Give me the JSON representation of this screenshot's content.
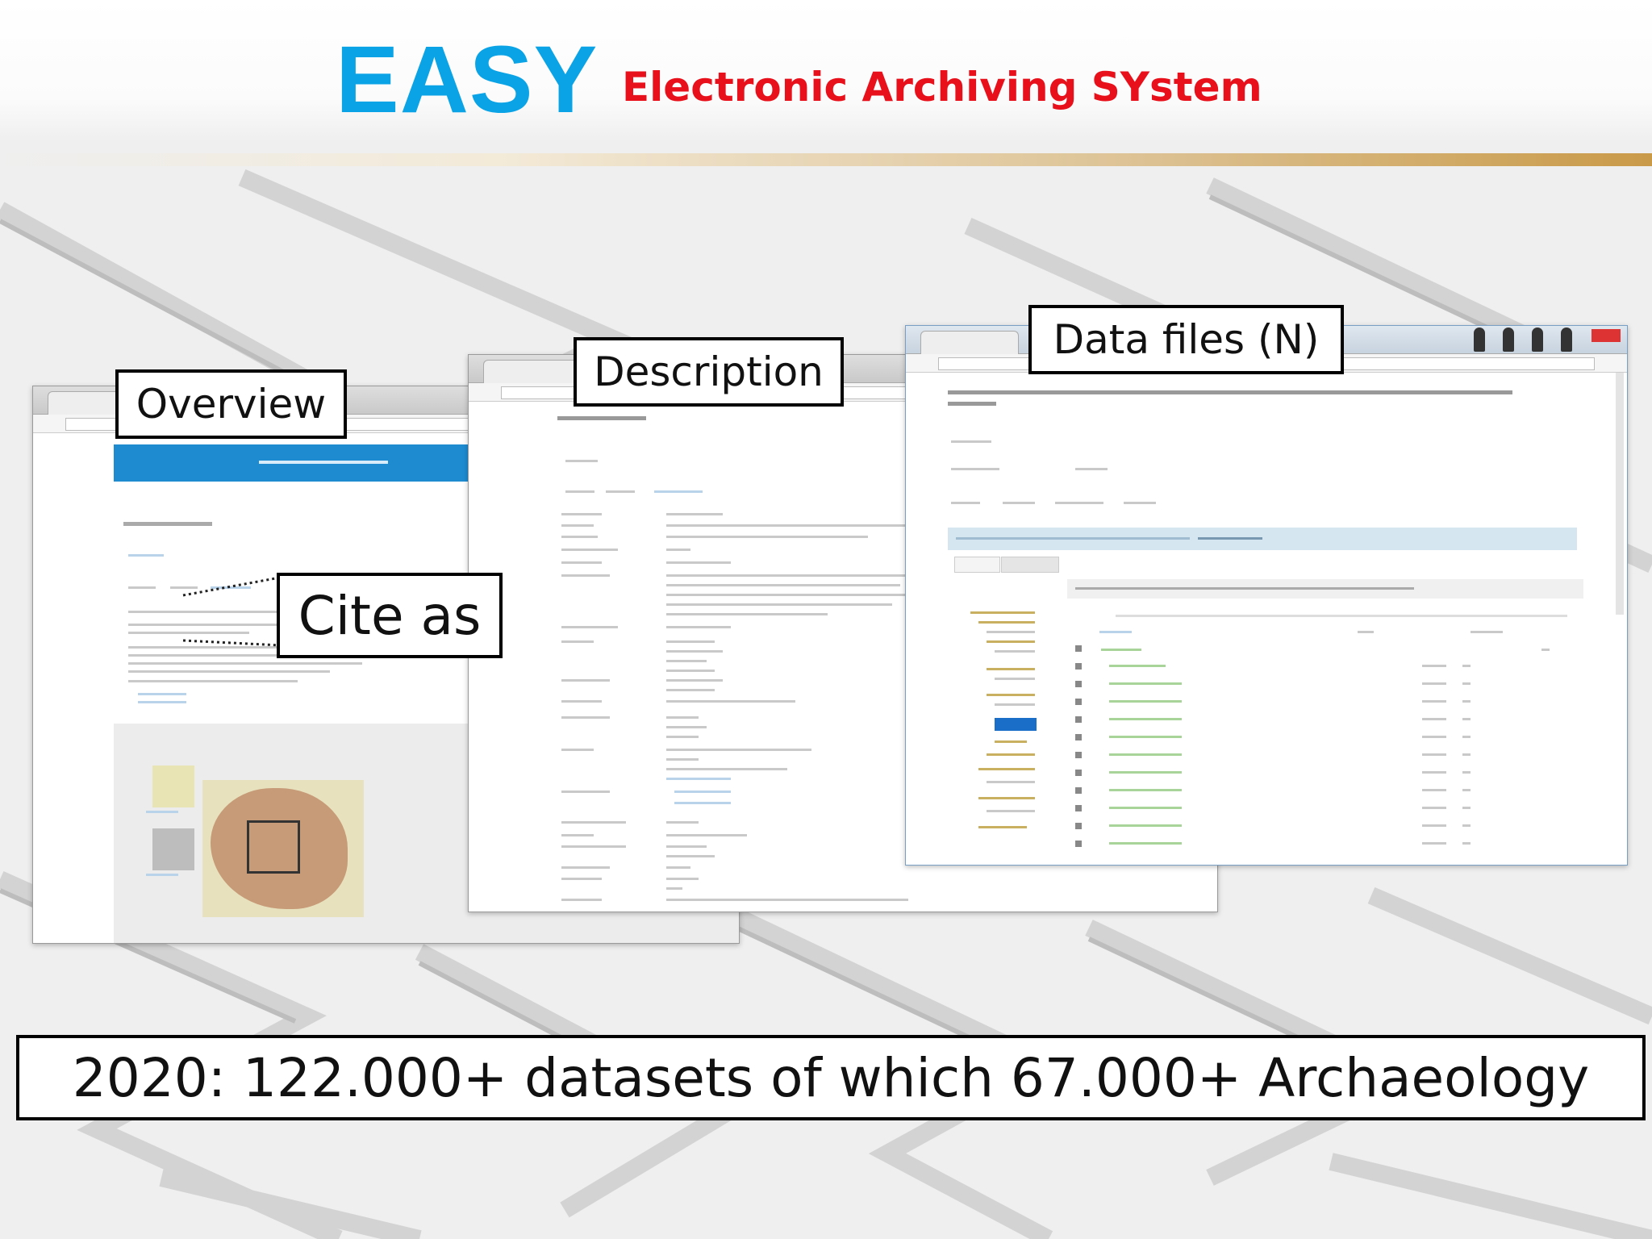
{
  "header": {
    "title": "EASY",
    "subtitle": "Electronic Archiving SYstem"
  },
  "labels": {
    "overview": "Overview",
    "description": "Description",
    "data_files": "Data files (N)",
    "cite_as": "Cite as"
  },
  "caption": "2020: 122.000+ datasets of which 67.000+ Archaeology",
  "colors": {
    "title": "#0aa3e6",
    "subtitle": "#e8101a",
    "rule_accent": "#c99a48",
    "overview_banner": "#1e8bd0"
  }
}
